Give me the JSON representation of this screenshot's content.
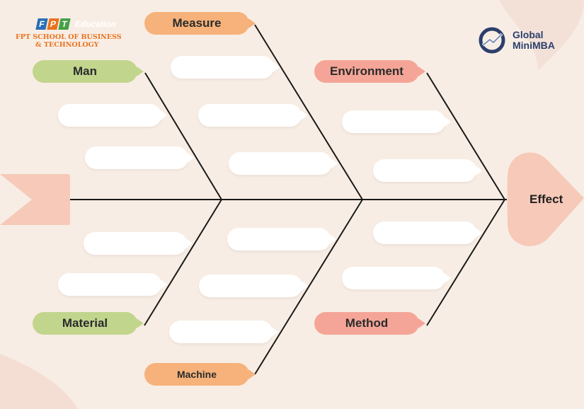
{
  "effect": "Effect",
  "categories": {
    "measure": "Measure",
    "man": "Man",
    "environment": "Environment",
    "material": "Material",
    "method": "Method",
    "machine": "Machine"
  },
  "logos": {
    "fpt_letters": [
      "F",
      "P",
      "T"
    ],
    "fpt_letter_colors": [
      "#2a6fb5",
      "#e8731f",
      "#45a046"
    ],
    "fpt_education": "Education",
    "fpt_school_line1": "FPT SCHOOL OF BUSINESS",
    "fpt_school_line2": "& TECHNOLOGY",
    "gm_line1": "Global",
    "gm_line2": "MiniMBA"
  },
  "colors": {
    "green": "#c2d58d",
    "orange": "#f6b27a",
    "pink": "#f4a597",
    "line": "#1a1a1a"
  }
}
